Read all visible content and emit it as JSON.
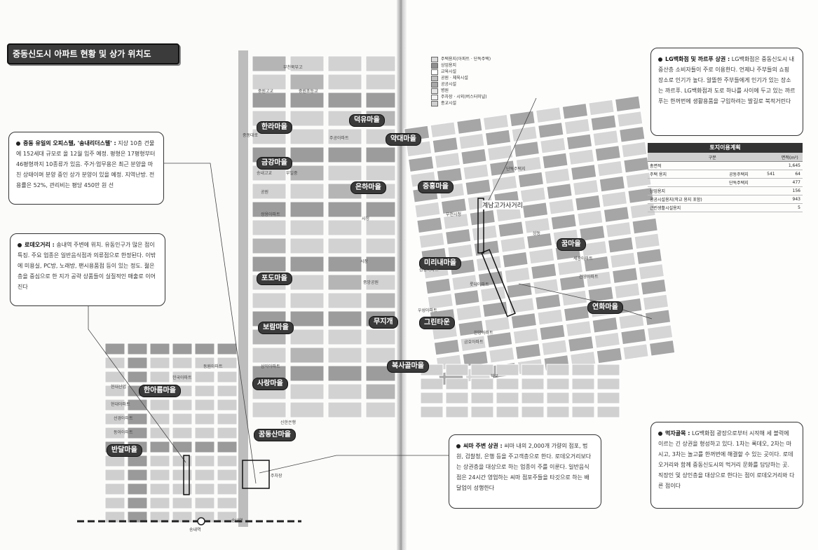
{
  "title": "중동신도시 아파트 현황 및 상가 위치도",
  "colors": {
    "road": "#bdbdbd",
    "block": "#c8c8c8",
    "dark_block": "#8f8f8f",
    "label_bg": "#3a3a3a"
  },
  "callouts": {
    "office": {
      "lead": "중동 유일의 오피스텔, '송내리더스텔' :",
      "text": "지상 10층 건물에 152세대 규모로 올 12월 입주 예정. 평형은 17평형부터 46평형까지 10종류가 있음. 주거·업무용은 최근 분양을 마친 상태이며 분양 중인 상가 분양이 있을 예정. 지역난방. 전용률은 52%, 관리비는 평당 450만 원 선"
    },
    "rodeo": {
      "lead": "로데오거리 :",
      "text": "송내역 주변에 위치. 유동인구가 많은 점이 특징. 주요 업종은 일반음식점과 의류점으로 한정된다. 이밖에 미용실, PC방, 노래방, 팬시용품점 등이 있는 정도. 젊은층을 중심으로 한 지가 공략 상품들이 실질적인 매출로 이어진다"
    },
    "lg": {
      "lead": "LG백화점 및 까르푸 상권 :",
      "text": "LG백화점은 중동신도시 내 중산층 소비자들이 주로 이용한다. 언제나 주부들의 쇼핑 장소로 인기가 높다. 알뜰한 주부들에게 인기가 있는 장소는 까르푸. LG백화점과 도로 하나를 사이에 두고 있는 까르푸는 한꺼번에 생활용품을 구입하려는 발길로 북적거린다"
    },
    "cima": {
      "lead": "씨마 주변 상권 :",
      "text": "씨마 내의 2,000개 가량의 점포, 법원, 검찰청, 은행 등을 주고객층으로 한다. 로데오거리보다는 상권층을 대상으로 하는 업종이 주를 이룬다. 일반음식점은 24시간 영업하는 씨마 점포주들을 타깃으로 하는 배달업이 성행한다"
    },
    "food": {
      "lead": "먹자골목 :",
      "text": "LG백화점 광장으로부터 시작해 세 블럭에 이르는 긴 상권을 형성하고 있다. 1차는 록데오, 2차는 마시고, 3차는 놀고를 한꺼번에 해결할 수 있는 곳이다. 로데오거리와 함께 중동신도시의 먹거리 문화를 담당하는 곳. 직장인 및 상인층을 대상으로 한다는 점이 로데오거리와 다른 점이다"
    }
  },
  "villages": [
    "한라마을",
    "덕유마을",
    "금강마을",
    "은하마을",
    "중흥마을",
    "포도마을",
    "보람마을",
    "무지개",
    "사랑마을",
    "한아름마을",
    "꿈동산마을",
    "반달마을",
    "미리내마을",
    "그린타운",
    "꿈마을",
    "연화마을",
    "약대마을",
    "복사골마을"
  ],
  "place_labels": [
    "중원고교",
    "중원초등교",
    "부천북부고",
    "송내고교",
    "부일중",
    "주공아파트",
    "삼익아파트",
    "선경아파트",
    "현대아파트",
    "동아아파트",
    "신한은행",
    "단독주택지",
    "공원",
    "주차장",
    "우성아파트",
    "한양아파트",
    "건영아파트",
    "현대산업",
    "한국아파트",
    "동원아파트",
    "금호아파트",
    "쌍용아파트",
    "롯데아파트",
    "삼성아파트",
    "세종아파트",
    "부천시청",
    "시청",
    "상동",
    "중앙공원",
    "학교",
    "시장",
    "송내역",
    "중동대로"
  ],
  "gyeongi_label": "계남고가사거리",
  "station_label": "송내역",
  "legend": [
    {
      "label": "주택용지(아파트 · 단독주택)",
      "color": "#d9d9d9"
    },
    {
      "label": "상업용지",
      "color": "#8f8f8f"
    },
    {
      "label": "교육시설",
      "color": "#ffffff"
    },
    {
      "label": "공원 · 체육시설",
      "color": "#bfbfbf"
    },
    {
      "label": "공공시설",
      "color": "#a8a8a8"
    },
    {
      "label": "병원",
      "color": "#e5e5e5"
    },
    {
      "label": "주차장 · 시외(버스터미널)",
      "color": "#f2f2f2"
    },
    {
      "label": "종교시설",
      "color": "#cfcfcf"
    }
  ],
  "land_use": {
    "caption": "토지이용계획",
    "headers": [
      "구분",
      "면적(m²)"
    ],
    "rows": [
      {
        "name": "총면적",
        "sub": "",
        "extra": "",
        "value": "1,645"
      },
      {
        "name": "주택 용지",
        "sub": "공동주택지",
        "extra": "541",
        "value": "64"
      },
      {
        "name": "",
        "sub": "단독주택지",
        "extra": "",
        "value": "477"
      },
      {
        "name": "상업용지",
        "sub": "",
        "extra": "",
        "value": "156"
      },
      {
        "name": "공공시설용지(학교 용지 포함)",
        "sub": "",
        "extra": "",
        "value": "943"
      },
      {
        "name": "근린생활시설용지",
        "sub": "",
        "extra": "",
        "value": "5"
      }
    ]
  }
}
